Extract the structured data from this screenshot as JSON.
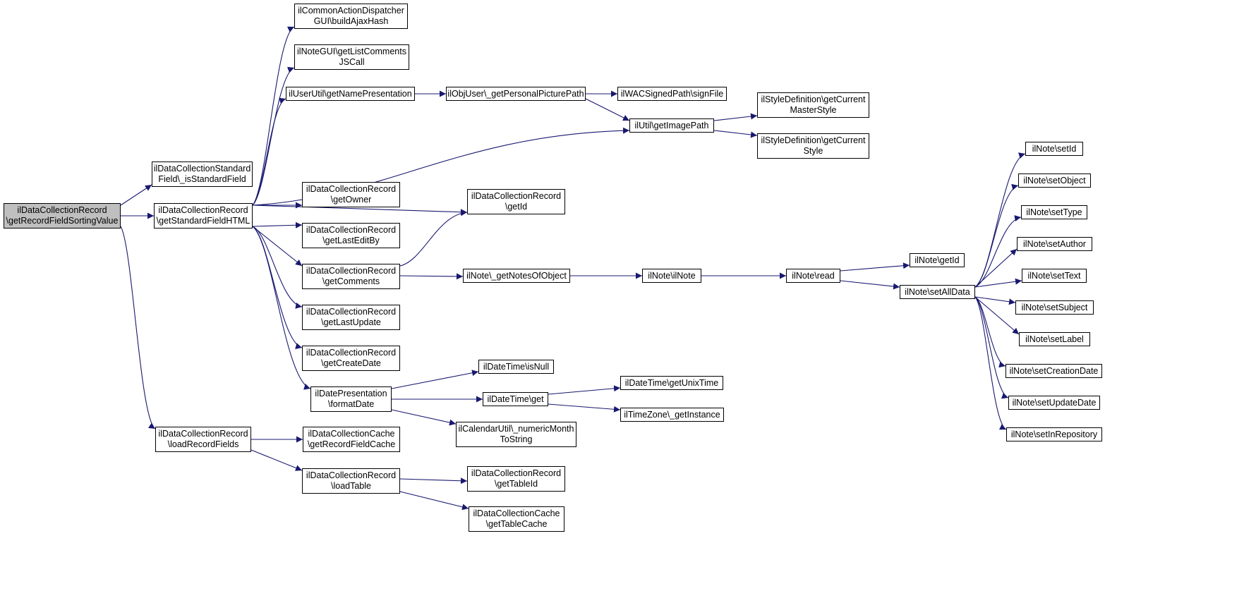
{
  "colors": {
    "edge": "#191970",
    "node_border": "#000000",
    "root_fill": "#bfbfbf",
    "node_fill": "#ffffff"
  },
  "nodes": {
    "root": {
      "lines": [
        "ilDataCollectionRecord",
        "\\getRecordFieldSortingValue"
      ]
    },
    "isStd": {
      "lines": [
        "ilDataCollectionStandard",
        "Field\\_isStandardField"
      ]
    },
    "getStd": {
      "lines": [
        "ilDataCollectionRecord",
        "\\getStandardFieldHTML"
      ]
    },
    "loadRF": {
      "lines": [
        "ilDataCollectionRecord",
        "\\loadRecordFields"
      ]
    },
    "ajax": {
      "lines": [
        "ilCommonActionDispatcher",
        "GUI\\buildAjaxHash"
      ]
    },
    "listCom": {
      "lines": [
        "ilNoteGUI\\getListComments",
        "JSCall"
      ]
    },
    "namePres": {
      "lines": [
        "ilUserUtil\\getNamePresentation"
      ]
    },
    "owner": {
      "lines": [
        "ilDataCollectionRecord",
        "\\getOwner"
      ]
    },
    "lastEdit": {
      "lines": [
        "ilDataCollectionRecord",
        "\\getLastEditBy"
      ]
    },
    "comments": {
      "lines": [
        "ilDataCollectionRecord",
        "\\getComments"
      ]
    },
    "lastUpd": {
      "lines": [
        "ilDataCollectionRecord",
        "\\getLastUpdate"
      ]
    },
    "create": {
      "lines": [
        "ilDataCollectionRecord",
        "\\getCreateDate"
      ]
    },
    "fmtDate": {
      "lines": [
        "ilDatePresentation",
        "\\formatDate"
      ]
    },
    "rfCache": {
      "lines": [
        "ilDataCollectionCache",
        "\\getRecordFieldCache"
      ]
    },
    "loadTbl": {
      "lines": [
        "ilDataCollectionRecord",
        "\\loadTable"
      ]
    },
    "getId": {
      "lines": [
        "ilDataCollectionRecord",
        "\\getId"
      ]
    },
    "picPath": {
      "lines": [
        "ilObjUser\\_getPersonalPicturePath"
      ]
    },
    "notesObj": {
      "lines": [
        "ilNote\\_getNotesOfObject"
      ]
    },
    "isNull": {
      "lines": [
        "ilDateTime\\isNull"
      ]
    },
    "dtGet": {
      "lines": [
        "ilDateTime\\get"
      ]
    },
    "numMonth": {
      "lines": [
        "ilCalendarUtil\\_numericMonth",
        "ToString"
      ]
    },
    "tblId": {
      "lines": [
        "ilDataCollectionRecord",
        "\\getTableId"
      ]
    },
    "tblCache": {
      "lines": [
        "ilDataCollectionCache",
        "\\getTableCache"
      ]
    },
    "signFile": {
      "lines": [
        "ilWACSignedPath\\signFile"
      ]
    },
    "imgPath": {
      "lines": [
        "ilUtil\\getImagePath"
      ]
    },
    "ilNote": {
      "lines": [
        "ilNote\\ilNote"
      ]
    },
    "unixTime": {
      "lines": [
        "ilDateTime\\getUnixTime"
      ]
    },
    "tzInst": {
      "lines": [
        "ilTimeZone\\_getInstance"
      ]
    },
    "masterSt": {
      "lines": [
        "ilStyleDefinition\\getCurrent",
        "MasterStyle"
      ]
    },
    "curStyle": {
      "lines": [
        "ilStyleDefinition\\getCurrent",
        "Style"
      ]
    },
    "read": {
      "lines": [
        "ilNote\\read"
      ]
    },
    "noteGetId": {
      "lines": [
        "ilNote\\getId"
      ]
    },
    "setAll": {
      "lines": [
        "ilNote\\setAllData"
      ]
    },
    "setId": {
      "lines": [
        "ilNote\\setId"
      ]
    },
    "setObj": {
      "lines": [
        "ilNote\\setObject"
      ]
    },
    "setType": {
      "lines": [
        "ilNote\\setType"
      ]
    },
    "setAuth": {
      "lines": [
        "ilNote\\setAuthor"
      ]
    },
    "setText": {
      "lines": [
        "ilNote\\setText"
      ]
    },
    "setSubj": {
      "lines": [
        "ilNote\\setSubject"
      ]
    },
    "setLabel": {
      "lines": [
        "ilNote\\setLabel"
      ]
    },
    "setCre": {
      "lines": [
        "ilNote\\setCreationDate"
      ]
    },
    "setUpd": {
      "lines": [
        "ilNote\\setUpdateDate"
      ]
    },
    "setRepo": {
      "lines": [
        "ilNote\\setInRepository"
      ]
    }
  },
  "edges": [
    [
      "root",
      "isStd"
    ],
    [
      "root",
      "getStd"
    ],
    [
      "root",
      "loadRF"
    ],
    [
      "getStd",
      "ajax"
    ],
    [
      "getStd",
      "listCom"
    ],
    [
      "getStd",
      "namePres"
    ],
    [
      "getStd",
      "imgPath"
    ],
    [
      "getStd",
      "getId"
    ],
    [
      "getStd",
      "owner"
    ],
    [
      "getStd",
      "lastEdit"
    ],
    [
      "getStd",
      "comments"
    ],
    [
      "getStd",
      "lastUpd"
    ],
    [
      "getStd",
      "create"
    ],
    [
      "getStd",
      "fmtDate"
    ],
    [
      "namePres",
      "picPath"
    ],
    [
      "picPath",
      "signFile"
    ],
    [
      "picPath",
      "imgPath"
    ],
    [
      "imgPath",
      "masterSt"
    ],
    [
      "imgPath",
      "curStyle"
    ],
    [
      "comments",
      "getId"
    ],
    [
      "comments",
      "notesObj"
    ],
    [
      "notesObj",
      "ilNote"
    ],
    [
      "ilNote",
      "read"
    ],
    [
      "read",
      "noteGetId"
    ],
    [
      "read",
      "setAll"
    ],
    [
      "setAll",
      "setId"
    ],
    [
      "setAll",
      "setObj"
    ],
    [
      "setAll",
      "setType"
    ],
    [
      "setAll",
      "setAuth"
    ],
    [
      "setAll",
      "setText"
    ],
    [
      "setAll",
      "setSubj"
    ],
    [
      "setAll",
      "setLabel"
    ],
    [
      "setAll",
      "setCre"
    ],
    [
      "setAll",
      "setUpd"
    ],
    [
      "setAll",
      "setRepo"
    ],
    [
      "fmtDate",
      "isNull"
    ],
    [
      "fmtDate",
      "dtGet"
    ],
    [
      "fmtDate",
      "numMonth"
    ],
    [
      "dtGet",
      "unixTime"
    ],
    [
      "dtGet",
      "tzInst"
    ],
    [
      "loadRF",
      "rfCache"
    ],
    [
      "loadRF",
      "loadTbl"
    ],
    [
      "loadTbl",
      "tblId"
    ],
    [
      "loadTbl",
      "tblCache"
    ]
  ]
}
